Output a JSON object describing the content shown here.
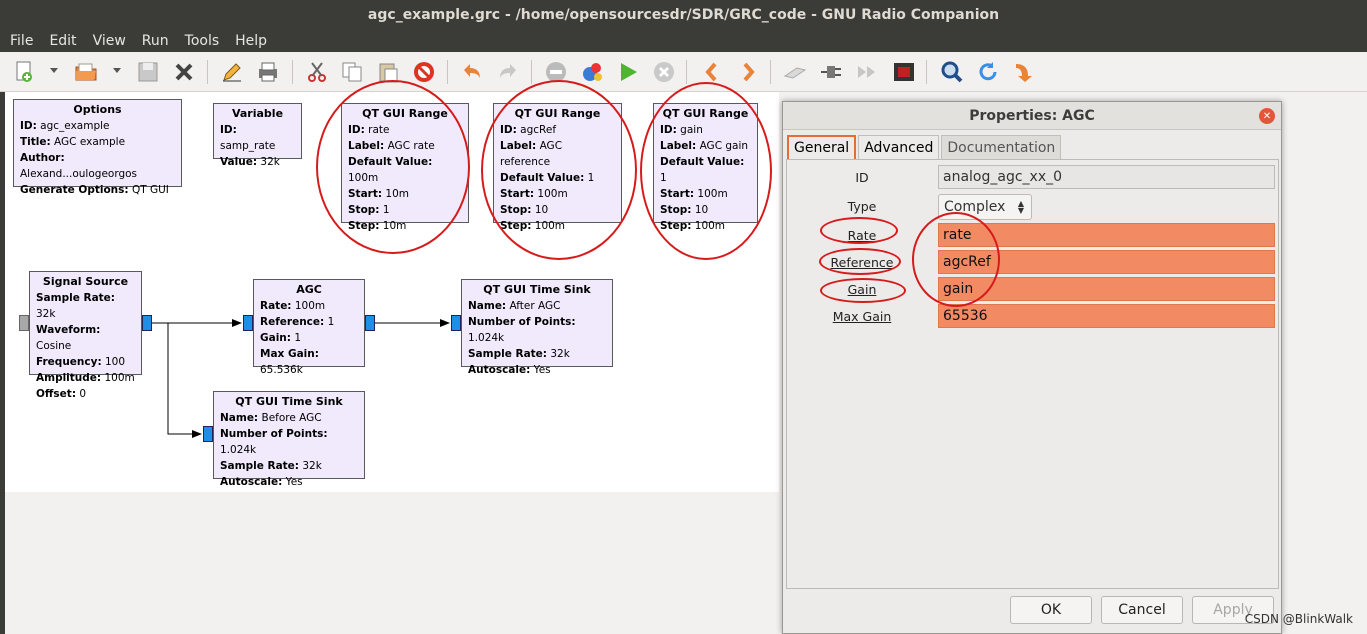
{
  "window": {
    "title": "agc_example.grc - /home/opensourcesdr/SDR/GRC_code - GNU Radio Companion"
  },
  "menu": [
    "File",
    "Edit",
    "View",
    "Run",
    "Tools",
    "Help"
  ],
  "toolbar": {
    "icons": [
      "new-icon",
      "open-icon",
      "save-icon",
      "close-icon",
      "edit-icon",
      "print-icon",
      "cut-icon",
      "copy-icon",
      "paste-icon",
      "delete-icon",
      "undo-icon",
      "redo-icon",
      "disable-icon",
      "generate-icon",
      "run-icon",
      "stop-icon",
      "rotate-left-icon",
      "rotate-right-icon",
      "bypass-icon",
      "enable-icon",
      "forward-icon",
      "kill-icon",
      "find-icon",
      "reload-icon",
      "goto-icon"
    ]
  },
  "blocks": {
    "options": {
      "title": "Options",
      "rows": [
        [
          "ID:",
          "agc_example"
        ],
        [
          "Title:",
          "AGC example"
        ],
        [
          "Author:",
          "Alexand...oulogeorgos"
        ],
        [
          "Generate Options:",
          "QT GUI"
        ]
      ]
    },
    "variable": {
      "title": "Variable",
      "rows": [
        [
          "ID:",
          "samp_rate"
        ],
        [
          "Value:",
          "32k"
        ]
      ]
    },
    "range1": {
      "title": "QT GUI Range",
      "rows": [
        [
          "ID:",
          "rate"
        ],
        [
          "Label:",
          "AGC rate"
        ],
        [
          "Default Value:",
          "100m"
        ],
        [
          "Start:",
          "10m"
        ],
        [
          "Stop:",
          "1"
        ],
        [
          "Step:",
          "10m"
        ]
      ]
    },
    "range2": {
      "title": "QT GUI Range",
      "rows": [
        [
          "ID:",
          "agcRef"
        ],
        [
          "Label:",
          "AGC reference"
        ],
        [
          "Default Value:",
          "1"
        ],
        [
          "Start:",
          "100m"
        ],
        [
          "Stop:",
          "10"
        ],
        [
          "Step:",
          "100m"
        ]
      ]
    },
    "range3": {
      "title": "QT GUI Range",
      "rows": [
        [
          "ID:",
          "gain"
        ],
        [
          "Label:",
          "AGC gain"
        ],
        [
          "Default Value:",
          "1"
        ],
        [
          "Start:",
          "100m"
        ],
        [
          "Stop:",
          "10"
        ],
        [
          "Step:",
          "100m"
        ]
      ]
    },
    "source": {
      "title": "Signal Source",
      "rows": [
        [
          "Sample Rate:",
          "32k"
        ],
        [
          "Waveform:",
          "Cosine"
        ],
        [
          "Frequency:",
          "100"
        ],
        [
          "Amplitude:",
          "100m"
        ],
        [
          "Offset:",
          "0"
        ]
      ]
    },
    "agc": {
      "title": "AGC",
      "rows": [
        [
          "Rate:",
          "100m"
        ],
        [
          "Reference:",
          "1"
        ],
        [
          "Gain:",
          "1"
        ],
        [
          "Max Gain:",
          "65.536k"
        ]
      ]
    },
    "sink_after": {
      "title": "QT GUI Time Sink",
      "rows": [
        [
          "Name:",
          "After AGC"
        ],
        [
          "Number of Points:",
          "1.024k"
        ],
        [
          "Sample Rate:",
          "32k"
        ],
        [
          "Autoscale:",
          "Yes"
        ]
      ]
    },
    "sink_before": {
      "title": "QT GUI Time Sink",
      "rows": [
        [
          "Name:",
          "Before AGC"
        ],
        [
          "Number of Points:",
          "1.024k"
        ],
        [
          "Sample Rate:",
          "32k"
        ],
        [
          "Autoscale:",
          "Yes"
        ]
      ]
    }
  },
  "dialog": {
    "title": "Properties: AGC",
    "tabs": [
      "General",
      "Advanced",
      "Documentation"
    ],
    "params": {
      "id_label": "ID",
      "id_value": "analog_agc_xx_0",
      "type_label": "Type",
      "type_value": "Complex",
      "rate_label": "Rate",
      "rate_value": "rate",
      "ref_label": "Reference",
      "ref_value": "agcRef",
      "gain_label": "Gain",
      "gain_value": "gain",
      "maxgain_label": "Max Gain",
      "maxgain_value": "65536"
    },
    "ok": "OK",
    "cancel": "Cancel",
    "apply": "Apply"
  },
  "watermark": "CSDN @BlinkWalk",
  "colors": {
    "highlight": "#f28a63",
    "port": "#1e8fe8",
    "annotation": "#d61b1b",
    "block_bg": "#f0eafc"
  }
}
